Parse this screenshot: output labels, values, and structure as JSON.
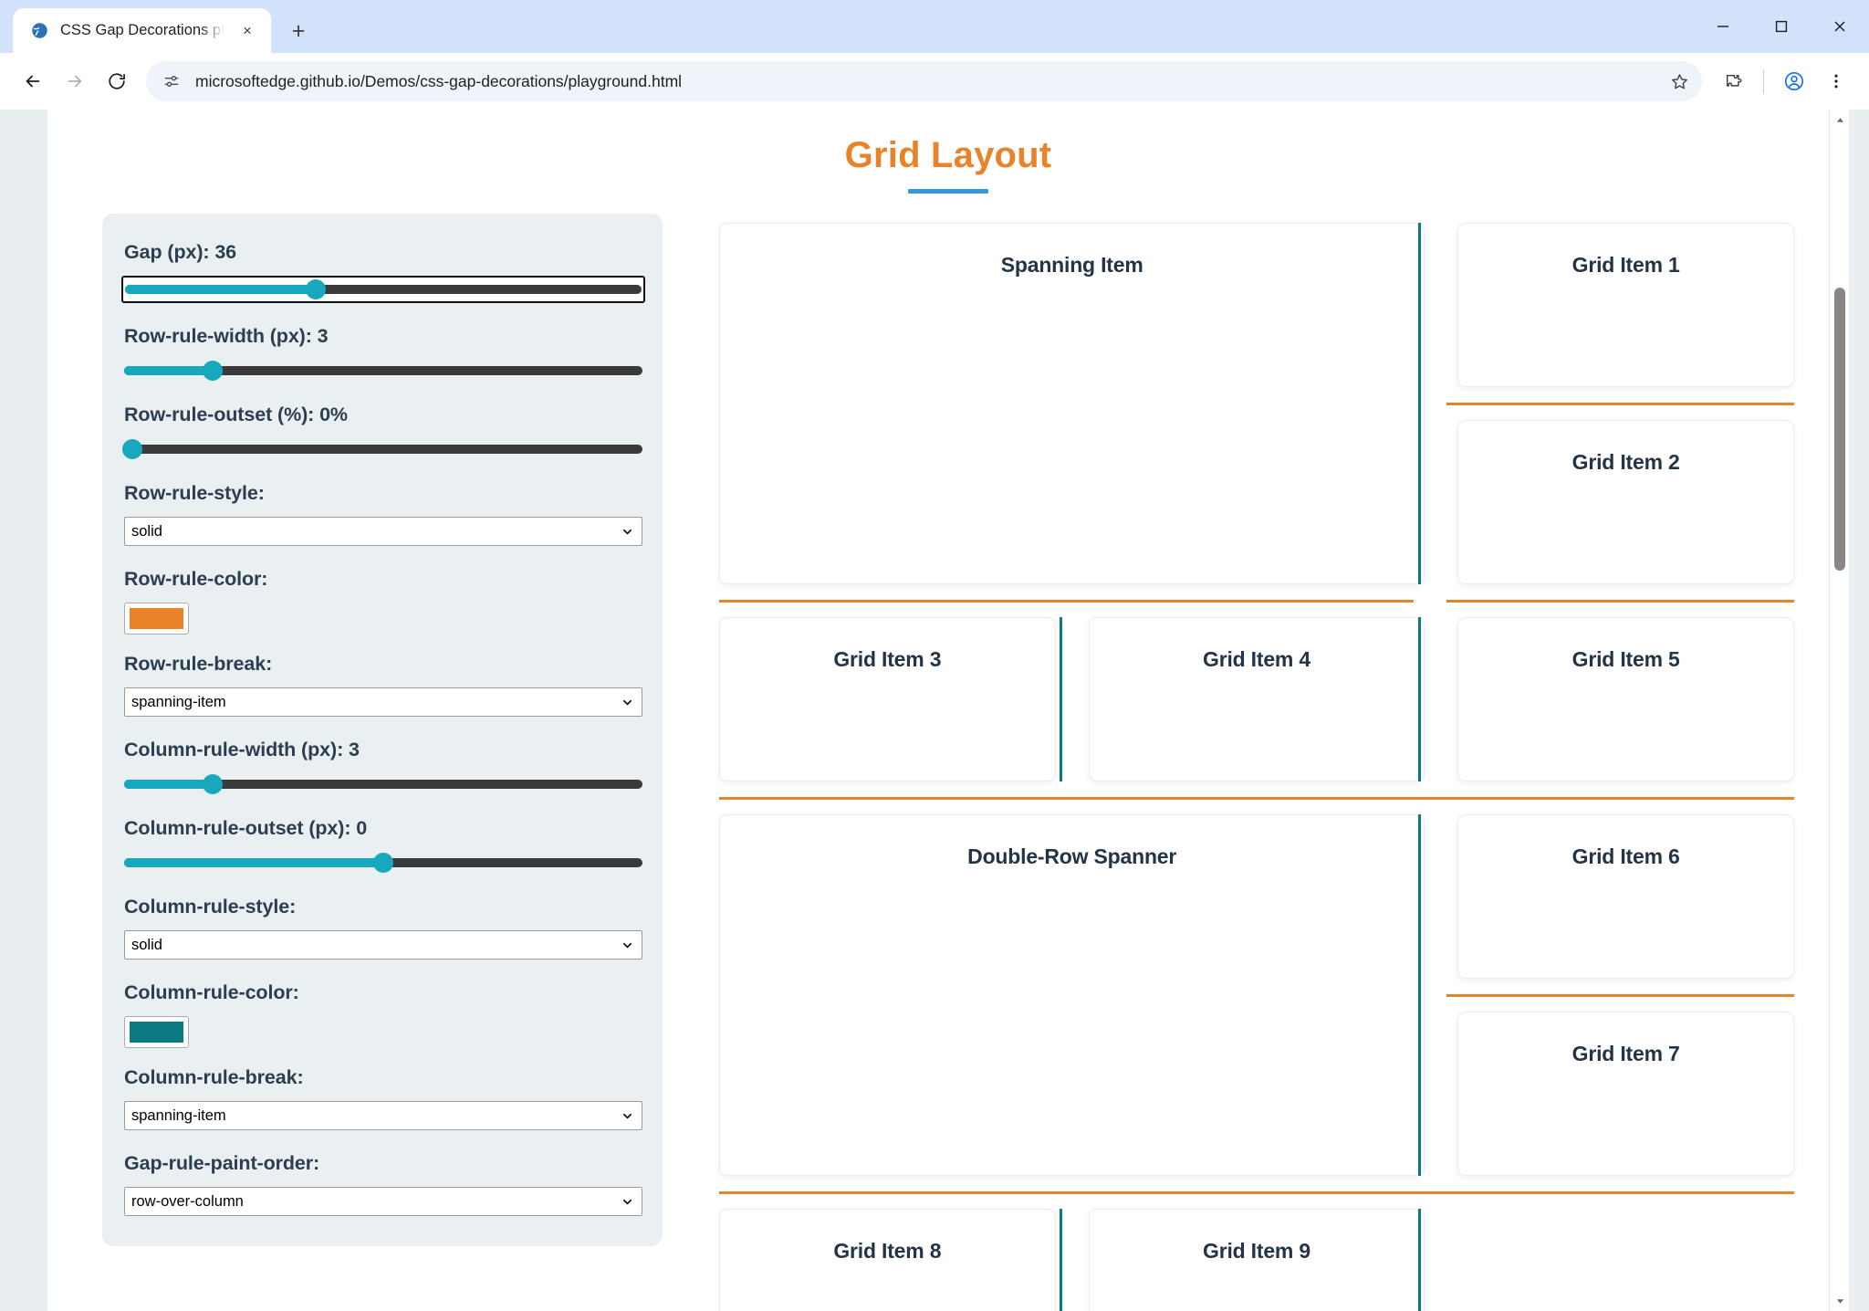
{
  "browser": {
    "tab": {
      "title": "CSS Gap Decorations playground",
      "favicon": "globe-icon",
      "close": "×"
    },
    "newtab_label": "+",
    "window_controls": {
      "minimize": "—",
      "maximize": "□",
      "close": "✕"
    },
    "nav": {
      "back": "←",
      "forward": "→",
      "reload": "⟳"
    },
    "omnibox": {
      "url": "microsoftedge.github.io/Demos/css-gap-decorations/playground.html",
      "site_info_icon": "site-settings-icon",
      "star_icon": "bookmark-star-icon"
    },
    "toolbar_icons": {
      "extensions": "extensions-puzzle-icon",
      "profile": "profile-avatar-icon",
      "menu": "three-dot-menu-icon"
    }
  },
  "page": {
    "title": "Grid Layout",
    "accent_orange": "#e8832a",
    "accent_blue": "#3498db",
    "accent_teal": "#17a8bd",
    "rule_row_color": "#e8832a",
    "rule_column_color": "#0b7a80"
  },
  "controls": [
    {
      "id": "gap",
      "label": "Gap (px): 36",
      "type": "range",
      "value": 36,
      "percent": 37,
      "focused": true
    },
    {
      "id": "row-rule-width",
      "label": "Row-rule-width (px): 3",
      "type": "range",
      "value": 3,
      "percent": 17,
      "focused": false
    },
    {
      "id": "row-rule-outset",
      "label": "Row-rule-outset (%): 0%",
      "type": "range",
      "value": 0,
      "percent": 1.5,
      "focused": false
    },
    {
      "id": "row-rule-style",
      "label": "Row-rule-style:",
      "type": "select",
      "value": "solid"
    },
    {
      "id": "row-rule-color",
      "label": "Row-rule-color:",
      "type": "color",
      "value": "#e8832a"
    },
    {
      "id": "row-rule-break",
      "label": "Row-rule-break:",
      "type": "select",
      "value": "spanning-item"
    },
    {
      "id": "column-rule-width",
      "label": "Column-rule-width (px): 3",
      "type": "range",
      "value": 3,
      "percent": 17,
      "focused": false
    },
    {
      "id": "column-rule-outset",
      "label": "Column-rule-outset (px): 0",
      "type": "range",
      "value": 0,
      "percent": 50,
      "focused": false
    },
    {
      "id": "column-rule-style",
      "label": "Column-rule-style:",
      "type": "select",
      "value": "solid"
    },
    {
      "id": "column-rule-color",
      "label": "Column-rule-color:",
      "type": "color",
      "value": "#0b7a80"
    },
    {
      "id": "column-rule-break",
      "label": "Column-rule-break:",
      "type": "select",
      "value": "spanning-item"
    },
    {
      "id": "gap-rule-paint-order",
      "label": "Gap-rule-paint-order:",
      "type": "select",
      "value": "row-over-column"
    }
  ],
  "grid_items": [
    {
      "name": "spanning-item",
      "label": "Spanning Item"
    },
    {
      "name": "grid-item-1",
      "label": "Grid Item 1"
    },
    {
      "name": "grid-item-2",
      "label": "Grid Item 2"
    },
    {
      "name": "grid-item-3",
      "label": "Grid Item 3"
    },
    {
      "name": "grid-item-4",
      "label": "Grid Item 4"
    },
    {
      "name": "grid-item-5",
      "label": "Grid Item 5"
    },
    {
      "name": "double-row-spanner",
      "label": "Double-Row Spanner"
    },
    {
      "name": "grid-item-6",
      "label": "Grid Item 6"
    },
    {
      "name": "grid-item-7",
      "label": "Grid Item 7"
    },
    {
      "name": "grid-item-8",
      "label": "Grid Item 8"
    },
    {
      "name": "grid-item-9",
      "label": "Grid Item 9"
    }
  ],
  "scrollbar": {
    "up_arrow": "▲",
    "down_arrow": "▼"
  }
}
